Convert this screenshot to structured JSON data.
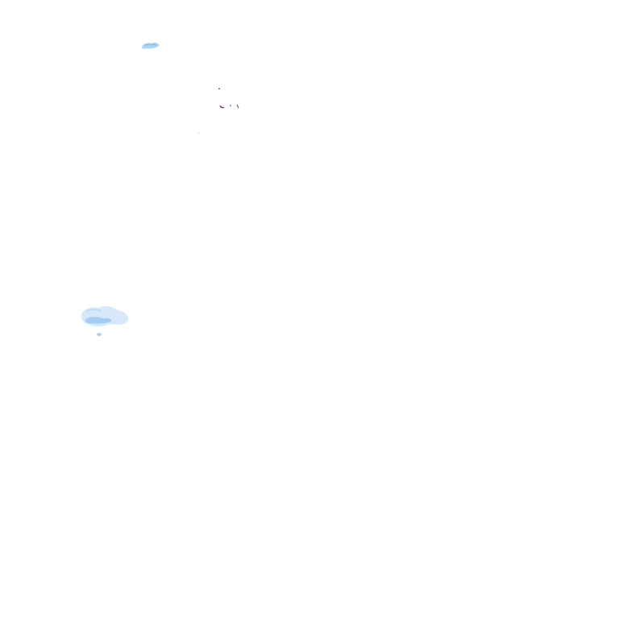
{
  "canvas": {
    "background_color": "#ffffff"
  },
  "marks": {
    "blue_blob_color": "#9fcaf2",
    "blue_blob_light_color": "#cfe4f8",
    "speck_color": "#5a2a4a",
    "small_top_blob_icon": "cloud-shape",
    "large_left_blob_icon": "cloud-shape",
    "speck_icon": "dot"
  }
}
